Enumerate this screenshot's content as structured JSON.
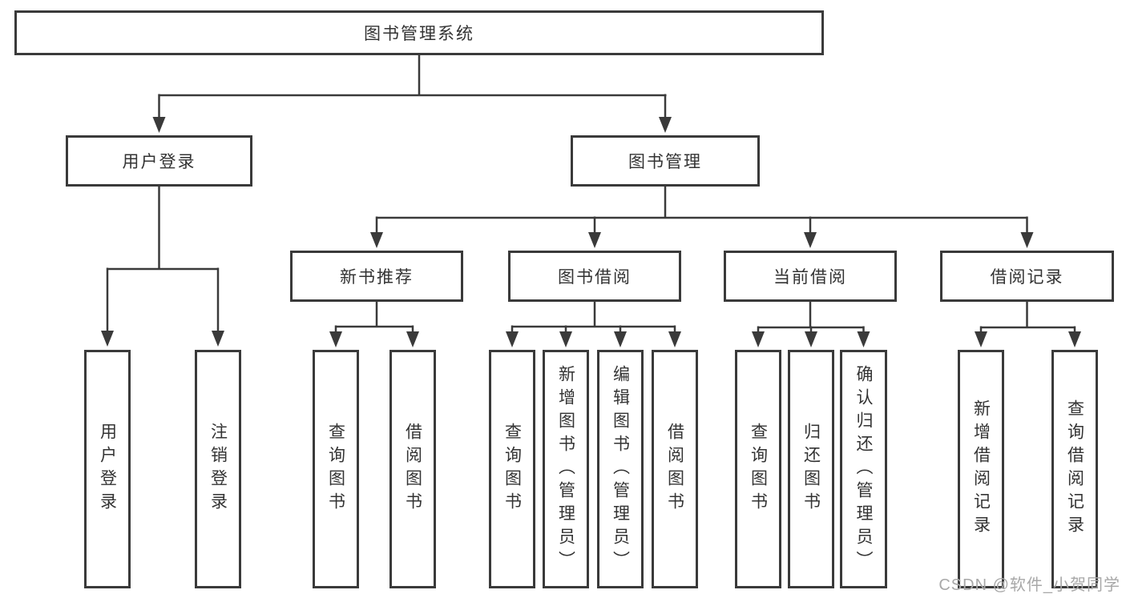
{
  "diagram": {
    "nodes": {
      "root": "图书管理系统",
      "user_login": "用户登录",
      "book_mgmt": "图书管理",
      "new_book_rec": "新书推荐",
      "book_borrow": "图书借阅",
      "current_borrow": "当前借阅",
      "borrow_records": "借阅记录",
      "login_children": [
        "用户登录",
        "注销登录"
      ],
      "new_book_children": [
        "查询图书",
        "借阅图书"
      ],
      "borrow_children": [
        "查询图书",
        "新增图书（管理员）",
        "编辑图书（管理员）",
        "借阅图书"
      ],
      "current_children": [
        "查询图书",
        "归还图书",
        "确认归还（管理员）"
      ],
      "records_children": [
        "新增借阅记录",
        "查询借阅记录"
      ]
    }
  },
  "watermark": "CSDN @软件_小贺同学",
  "colors": {
    "line": "#3a3a3a",
    "text": "#333333",
    "watermark": "#a8a8a8",
    "bg": "#ffffff"
  }
}
